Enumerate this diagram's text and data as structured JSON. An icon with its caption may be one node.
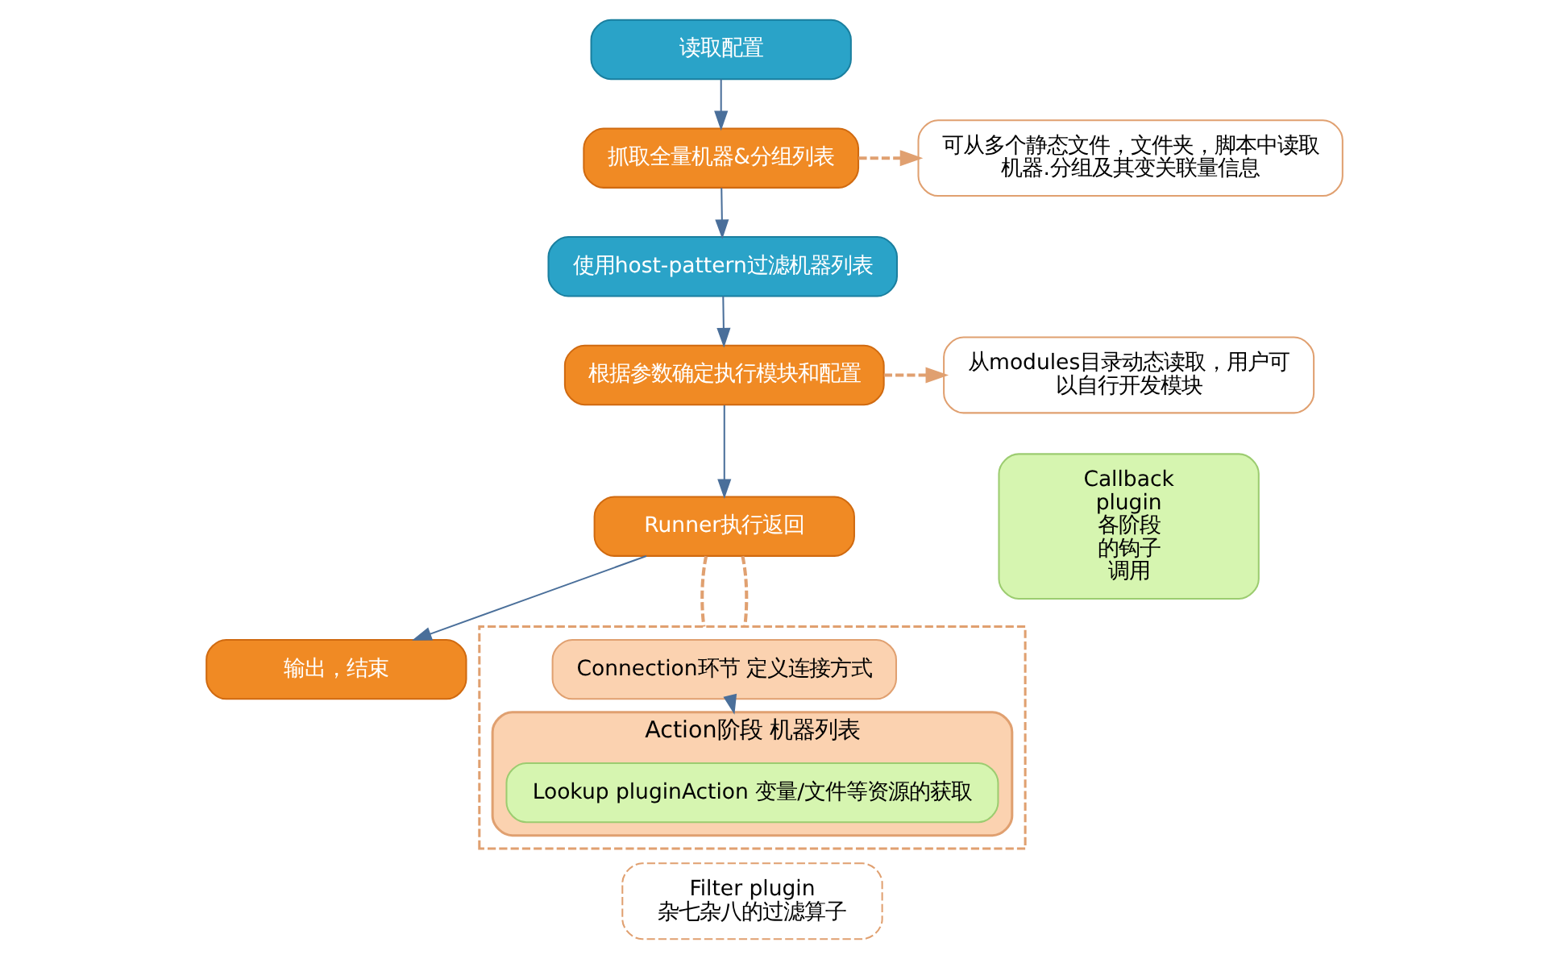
{
  "diagram": {
    "nodes": [
      {
        "text": [
          "读取配置"
        ]
      },
      {
        "text": [
          "抓取全量机器&分组列表"
        ]
      },
      {
        "text": [
          "使用host-pattern过滤机器列表"
        ]
      },
      {
        "text": [
          "根据参数确定执行模块和配置"
        ]
      },
      {
        "text": [
          "Runner执行返回"
        ]
      },
      {
        "text": [
          "输出，结束"
        ]
      },
      {
        "text": [
          "可从多个静态文件，文件夹，脚本中读取机器.分组及其变关联量信息"
        ]
      },
      {
        "text": [
          "从modules目录动态读取，用户可以自行开发模块"
        ]
      },
      {
        "text": [],
        "shape": "box"
      },
      {
        "text": [
          "Connection环节 定义连接方式"
        ],
        "in": 8
      },
      {
        "text": [
          "Action阶段 机器列表"
        ],
        "in": 8
      },
      {
        "text": [
          "Lookup pluginAction 变量/文件等资源的获取"
        ],
        "in": 10
      },
      {
        "text": [
          "Filter plugin",
          "杂七杂八的过滤算子"
        ]
      },
      {
        "text": [
          "Callback plugin 各阶段的钩子调用"
        ]
      }
    ],
    "edges": [
      {
        "from": 0,
        "to": 1,
        "arrow": "to"
      },
      {
        "from": 1,
        "to": 2,
        "arrow": "to"
      },
      {
        "from": 2,
        "to": 3,
        "arrow": "to"
      },
      {
        "from": 3,
        "to": 4,
        "arrow": "to"
      },
      {
        "from": 4,
        "to": 5,
        "arrow": "to"
      },
      {
        "from": 1,
        "to": 6,
        "arrow": "to",
        "style": "dashed",
        "color": "#e0a070"
      },
      {
        "from": 3,
        "to": 7,
        "arrow": "to",
        "style": "dashed",
        "color": "#e0a070"
      },
      {
        "from": 4,
        "to": 8,
        "arrow": "none",
        "style": "dashed",
        "color": "#e0a070"
      },
      {
        "from": 4,
        "to": 8,
        "arrow": "none",
        "style": "dashed",
        "color": "#e0a070"
      },
      {
        "from": 9,
        "to": 10,
        "arrow": "to"
      }
    ]
  }
}
